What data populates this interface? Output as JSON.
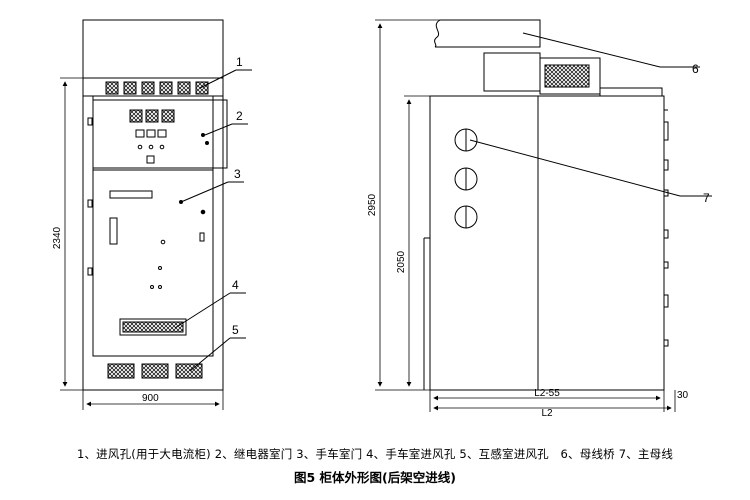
{
  "front_view": {
    "width_label": "900",
    "height_label": "2340",
    "callouts": [
      "1",
      "2",
      "3",
      "4",
      "5"
    ]
  },
  "side_view": {
    "total_height_label": "2950",
    "lower_height_label": "2050",
    "depth_inner_label": "L2-55",
    "depth_label": "L2",
    "offset_label": "30",
    "callouts": [
      "6",
      "7"
    ]
  },
  "legend": "1、进风孔(用于大电流柜) 2、继电器室门 3、手车室门 4、手车室进风孔 5、互感室进风孔　6、母线桥 7、主母线",
  "title": "图5 柜体外形图(后架空进线)"
}
